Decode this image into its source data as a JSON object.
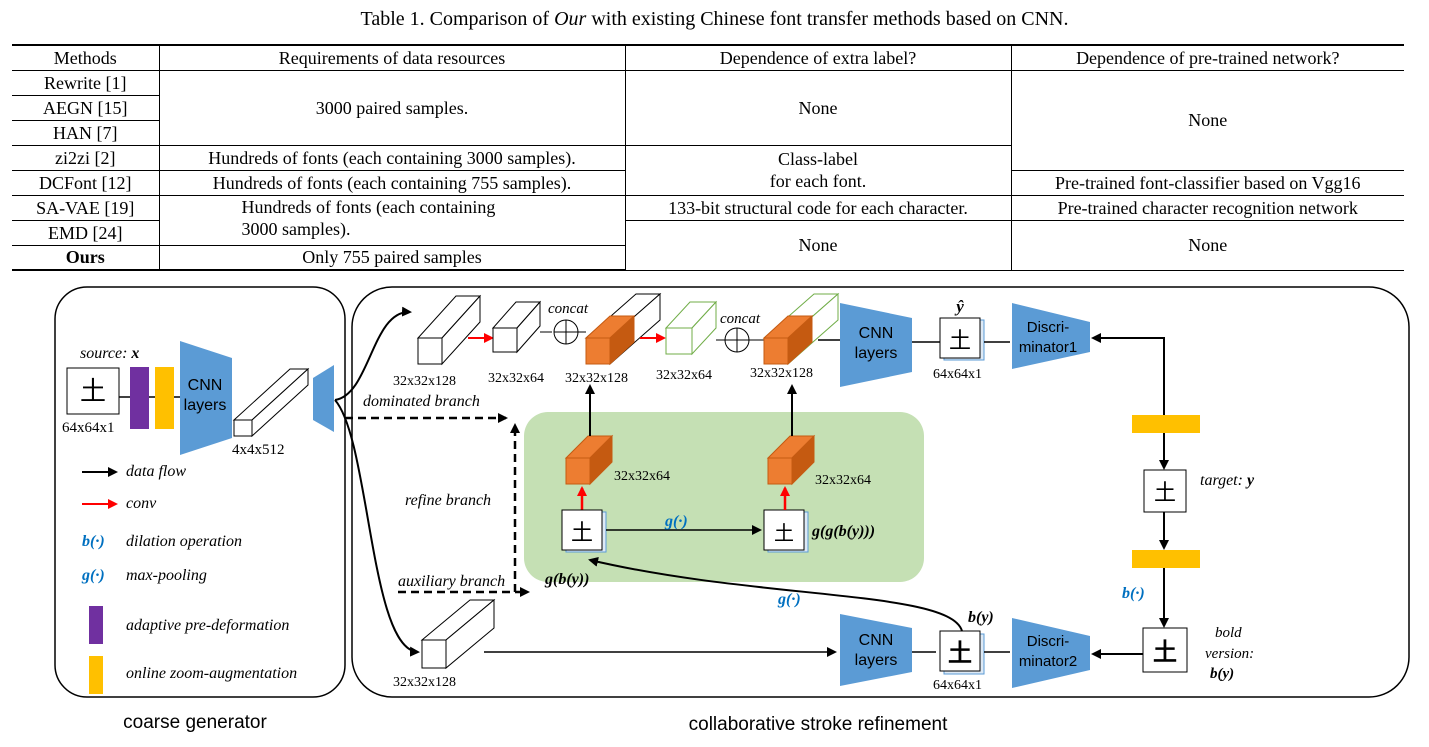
{
  "caption": {
    "prefix": "Table 1. Comparison of ",
    "italic": "Our",
    "suffix": " with existing Chinese font transfer methods based on CNN."
  },
  "table": {
    "headers": [
      "Methods",
      "Requirements of data resources",
      "Dependence of extra label?",
      "Dependence of pre-trained network?"
    ],
    "methods": [
      "Rewrite [1]",
      "AEGN [15]",
      "HAN [7]",
      "zi2zi [2]",
      "DCFont [12]",
      "SA-VAE [19]",
      "EMD [24]",
      "Ours"
    ],
    "data_resources": {
      "group1": "3000 paired samples.",
      "zi2zi": "Hundreds of fonts (each containing 3000 samples).",
      "dcfont": "Hundreds of fonts (each containing 755 samples).",
      "savae_emd_line1": "Hundreds of fonts (each containing",
      "savae_emd_line2": "3000 samples).",
      "ours": "Only 755 paired samples"
    },
    "extra_label": {
      "group1": "None",
      "classlabel_line1": "Class-label",
      "classlabel_line2": "for each font.",
      "savae": "133-bit structural code for each character.",
      "emd_ours": "None"
    },
    "pretrained": {
      "group1": "None",
      "dcfont": "Pre-trained font-classifier based on Vgg16",
      "savae": "Pre-trained character recognition network",
      "emd_ours": "None"
    }
  },
  "figure": {
    "colors": {
      "cnn_blue": "#5b9bd5",
      "purple": "#7030a0",
      "yellow": "#ffc000",
      "orange": "#ed7d31",
      "green_bg": "#c5e0b4",
      "green_box": "#70ad47",
      "red": "#ff0000",
      "label_blue": "#0070c0"
    },
    "coarse": {
      "source_label": "source: ",
      "source_var": "x",
      "char": "土",
      "source_dim": "64x64x1",
      "cnn_line1": "CNN",
      "cnn_line2": "layers",
      "feat_dim": "4x4x512",
      "legend": {
        "data_flow": "data flow",
        "conv": "conv",
        "b_sym": "b(·)",
        "b_desc": "dilation operation",
        "g_sym": "g(·)",
        "g_desc": "max-pooling",
        "purple_desc": "adaptive pre-deformation",
        "yellow_desc": "online zoom-augmentation"
      },
      "title": "coarse generator"
    },
    "refine": {
      "title": "collaborative stroke refinement",
      "dominated_branch": "dominated branch",
      "refine_branch": "refine branch",
      "auxiliary_branch": "auxiliary branch",
      "concat": "concat",
      "dims": {
        "d128a": "32x32x128",
        "d64a": "32x32x64",
        "d128b": "32x32x128",
        "d64b": "32x32x64",
        "d128c": "32x32x128",
        "o64a": "32x32x64",
        "o64b": "32x32x64",
        "aux128": "32x32x128",
        "out1": "64x64x1",
        "out2": "64x64x1"
      },
      "g_label": "g(·)",
      "g_label2": "g(·)",
      "b_label": "b(·)",
      "gb_label": "g(b(y))",
      "ggb_label": "g(g(b(y)))",
      "yhat": "ŷ",
      "by_hat": "b(y)",
      "disc1_line1": "Discri-",
      "disc1_line2": "minator1",
      "disc2_line1": "Discri-",
      "disc2_line2": "minator2",
      "cnn_line1": "CNN",
      "cnn_line2": "layers",
      "target_label": "target: ",
      "target_var": "y",
      "bold_line1": "bold",
      "bold_line2": "version:",
      "bold_line3": "b(y)"
    }
  }
}
